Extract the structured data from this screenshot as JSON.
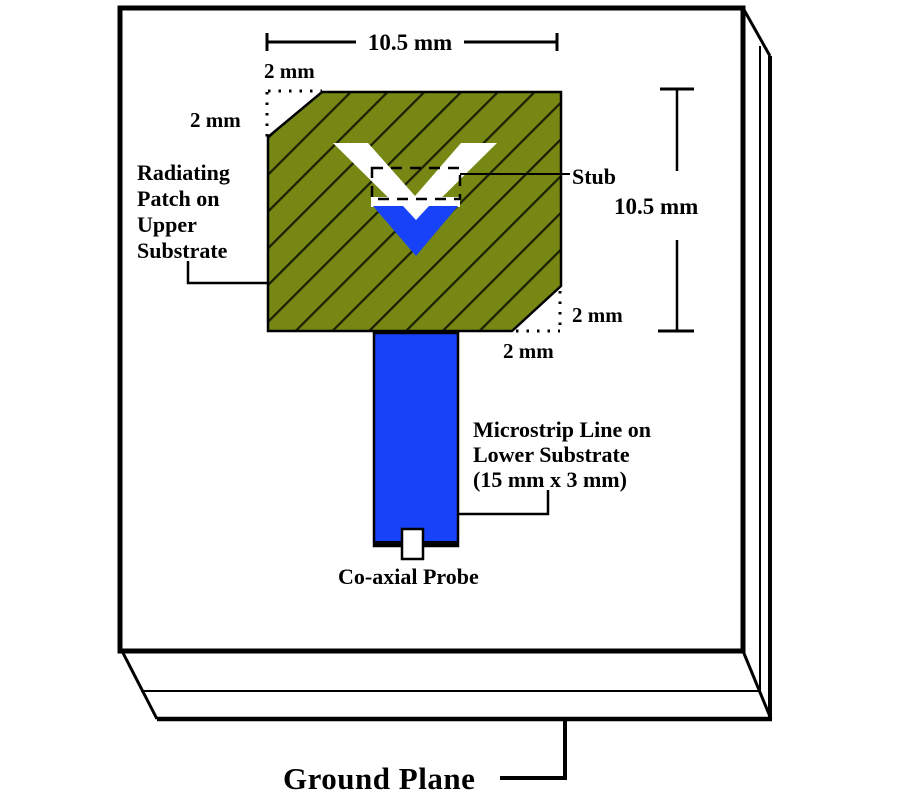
{
  "figure": {
    "type": "microstrip-antenna-geometry-diagram",
    "labels": {
      "patch_width": "10.5 mm",
      "patch_height": "10.5 mm",
      "cut_top_h": "2 mm",
      "cut_top_v": "2 mm",
      "cut_bottom_v": "2 mm",
      "cut_bottom_h": "2 mm",
      "stub": "Stub",
      "radiating": [
        "Radiating",
        "Patch  on",
        "Upper",
        "Substrate"
      ],
      "microstrip": [
        "Microstrip Line on",
        "Lower Substrate",
        "(15 mm x 3 mm)"
      ],
      "coaxial": "Co-axial Probe",
      "ground": "Ground Plane"
    },
    "colors": {
      "patch": "#778714",
      "hatch": "#1b1f04",
      "feed": "#1742f7",
      "ink": "#000000"
    }
  }
}
